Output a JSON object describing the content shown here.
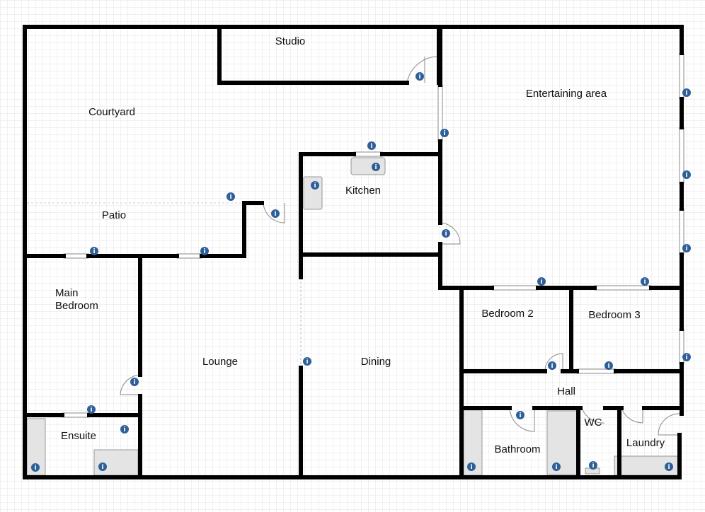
{
  "plan": {
    "rooms": {
      "studio": "Studio",
      "entertaining": "Entertaining area",
      "courtyard": "Courtyard",
      "kitchen": "Kitchen",
      "patio": "Patio",
      "main_bedroom_1": "Main",
      "main_bedroom_2": "Bedroom",
      "lounge": "Lounge",
      "dining": "Dining",
      "bedroom2": "Bedroom 2",
      "bedroom3": "Bedroom 3",
      "hall": "Hall",
      "ensuite": "Ensuite",
      "bathroom": "Bathroom",
      "wc": "WC",
      "laundry": "Laundry"
    },
    "info_glyph": "i",
    "colors": {
      "wall": "#000000",
      "info": "#2f5f98",
      "grid": "#dddddd"
    }
  }
}
